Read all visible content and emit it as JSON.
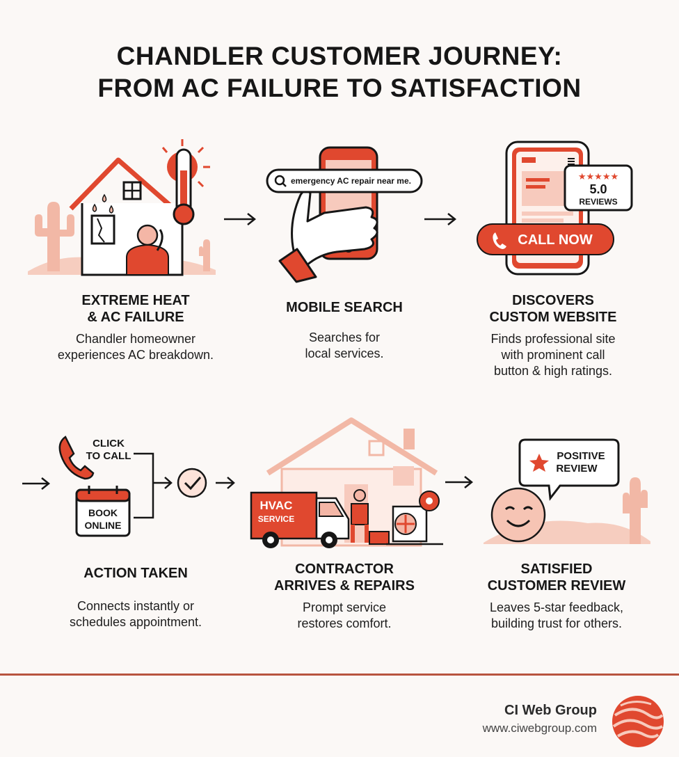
{
  "title": {
    "line1": "CHANDLER CUSTOMER JOURNEY:",
    "line2": "FROM AC FAILURE TO SATISFACTION"
  },
  "steps": [
    {
      "heading_line1": "EXTREME HEAT",
      "heading_line2": "& AC FAILURE",
      "desc_line1": "Chandler homeowner",
      "desc_line2": "experiences AC breakdown."
    },
    {
      "heading_line1": "MOBILE SEARCH",
      "heading_line2": "",
      "desc_line1": "Searches for",
      "desc_line2": "local services.",
      "search_query": "emergency AC repair near me."
    },
    {
      "heading_line1": "DISCOVERS",
      "heading_line2": "CUSTOM WEBSITE",
      "desc_line1": "Finds professional site",
      "desc_line2": "with prominent call",
      "desc_line3": "button & high ratings.",
      "rating_value": "5.0",
      "rating_label": "REVIEWS",
      "rating_stars": "★★★★★",
      "call_button": "CALL NOW"
    },
    {
      "heading_line1": "ACTION TAKEN",
      "heading_line2": "",
      "desc_line1": "Connects instantly or",
      "desc_line2": "schedules appointment.",
      "click_to_call_line1": "CLICK",
      "click_to_call_line2": "TO CALL",
      "book_online_line1": "BOOK",
      "book_online_line2": "ONLINE"
    },
    {
      "heading_line1": "CONTRACTOR",
      "heading_line2": "ARRIVES & REPAIRS",
      "desc_line1": "Prompt service",
      "desc_line2": "restores comfort.",
      "van_line1": "HVAC",
      "van_line2": "SERVICE"
    },
    {
      "heading_line1": "SATISFIED",
      "heading_line2": "CUSTOMER REVIEW",
      "desc_line1": "Leaves 5-star feedback,",
      "desc_line2": "building trust for others.",
      "bubble_line1": "POSITIVE",
      "bubble_line2": "REVIEW"
    }
  ],
  "brand": {
    "name": "CI Web Group",
    "url": "www.ciwebgroup.com"
  },
  "colors": {
    "accent": "#e0482f",
    "accent_light": "#f4b6a6",
    "accent_pale": "#fbdcd2",
    "ink": "#161616",
    "background": "#fbf8f6",
    "divider": "#b8543f"
  }
}
